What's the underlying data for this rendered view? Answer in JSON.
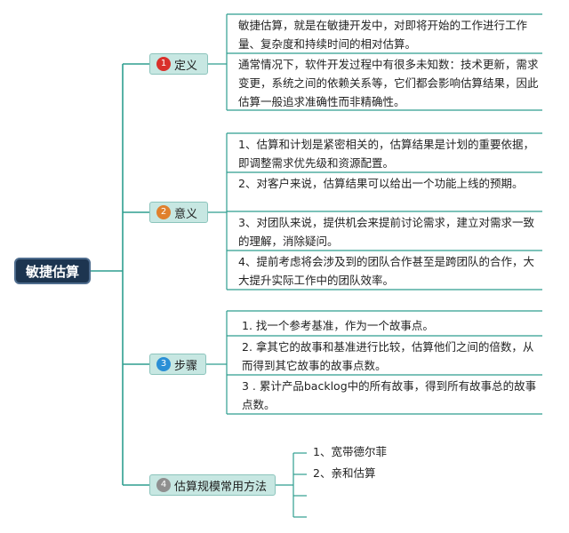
{
  "root": {
    "label": "敏捷估算"
  },
  "branches": [
    {
      "number": "1",
      "label": "定义",
      "badge_color": "#d9302b",
      "items": [
        "敏捷估算，就是在敏捷开发中，对即将开始的工作进行工作量、复杂度和持续时间的相对估算。",
        "通常情况下，软件开发过程中有很多未知数：技术更新，需求变更，系统之间的依赖关系等，它们都会影响估算结果，因此估算一般追求准确性而非精确性。"
      ]
    },
    {
      "number": "2",
      "label": "意义",
      "badge_color": "#e0802d",
      "items": [
        "1、估算和计划是紧密相关的，估算结果是计划的重要依据，即调整需求优先级和资源配置。",
        "2、对客户来说，估算结果可以给出一个功能上线的预期。",
        "3、对团队来说，提供机会来提前讨论需求，建立对需求一致的理解，消除疑问。",
        "4、提前考虑将会涉及到的团队合作甚至是跨团队的合作，大大提升实际工作中的团队效率。"
      ]
    },
    {
      "number": "3",
      "label": "步骤",
      "badge_color": "#2a8fd6",
      "items": [
        "1. 找一个参考基准，作为一个故事点。",
        "2. 拿其它的故事和基准进行比较，估算他们之间的倍数，从而得到其它故事的故事点数。",
        "3 . 累计产品backlog中的所有故事，得到所有故事总的故事点数。"
      ]
    },
    {
      "number": "4",
      "label": "估算规模常用方法",
      "badge_color": "#8f8f8f",
      "items": [
        "1、宽带德尔菲",
        "2、亲和估算",
        "",
        ""
      ]
    }
  ],
  "colors": {
    "line": "#2e9e8f",
    "root_bg": "#1d3550",
    "branch_bg": "#c7e7e2"
  }
}
